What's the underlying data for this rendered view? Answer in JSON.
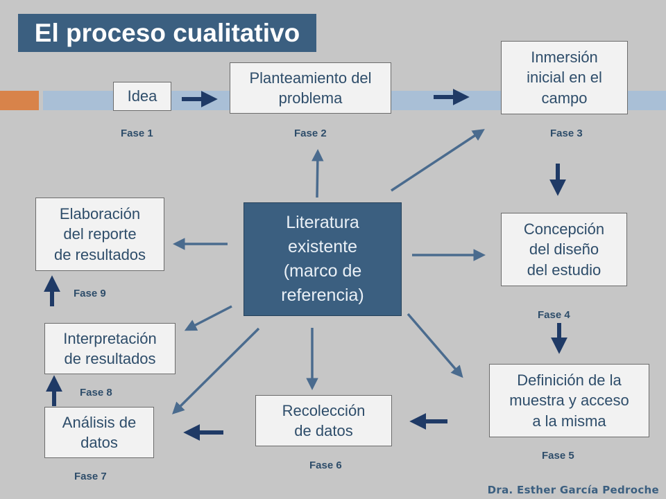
{
  "title": "El proceso cualitativo",
  "center": "Literatura\nexistente\n(marco de\nreferencia)",
  "boxes": {
    "idea": "Idea",
    "planteamiento": "Planteamiento del\nproblema",
    "inmersion": "Inmersión\ninicial en el\ncampo",
    "concepcion": "Concepción\ndel diseño\ndel estudio",
    "definicion": "Definición de la\nmuestra y acceso\na la misma",
    "recoleccion": "Recolección\nde datos",
    "analisis": "Análisis de\ndatos",
    "interpretacion": "Interpretación\nde resultados",
    "elaboracion": "Elaboración\ndel reporte\nde resultados"
  },
  "phases": {
    "f1": "Fase 1",
    "f2": "Fase 2",
    "f3": "Fase 3",
    "f4": "Fase 4",
    "f5": "Fase 5",
    "f6": "Fase 6",
    "f7": "Fase 7",
    "f8": "Fase 8",
    "f9": "Fase 9"
  },
  "credit": "Dra. Esther García Pedroche",
  "colors": {
    "background": "#c6c6c6",
    "title_bg": "#3b5f80",
    "accent_orange": "#d8834a",
    "accent_blue": "#a9bfd6",
    "text_blue": "#2e4d6a",
    "dark_arrow": "#1f3a66",
    "light_arrow": "#4a6b8e"
  }
}
